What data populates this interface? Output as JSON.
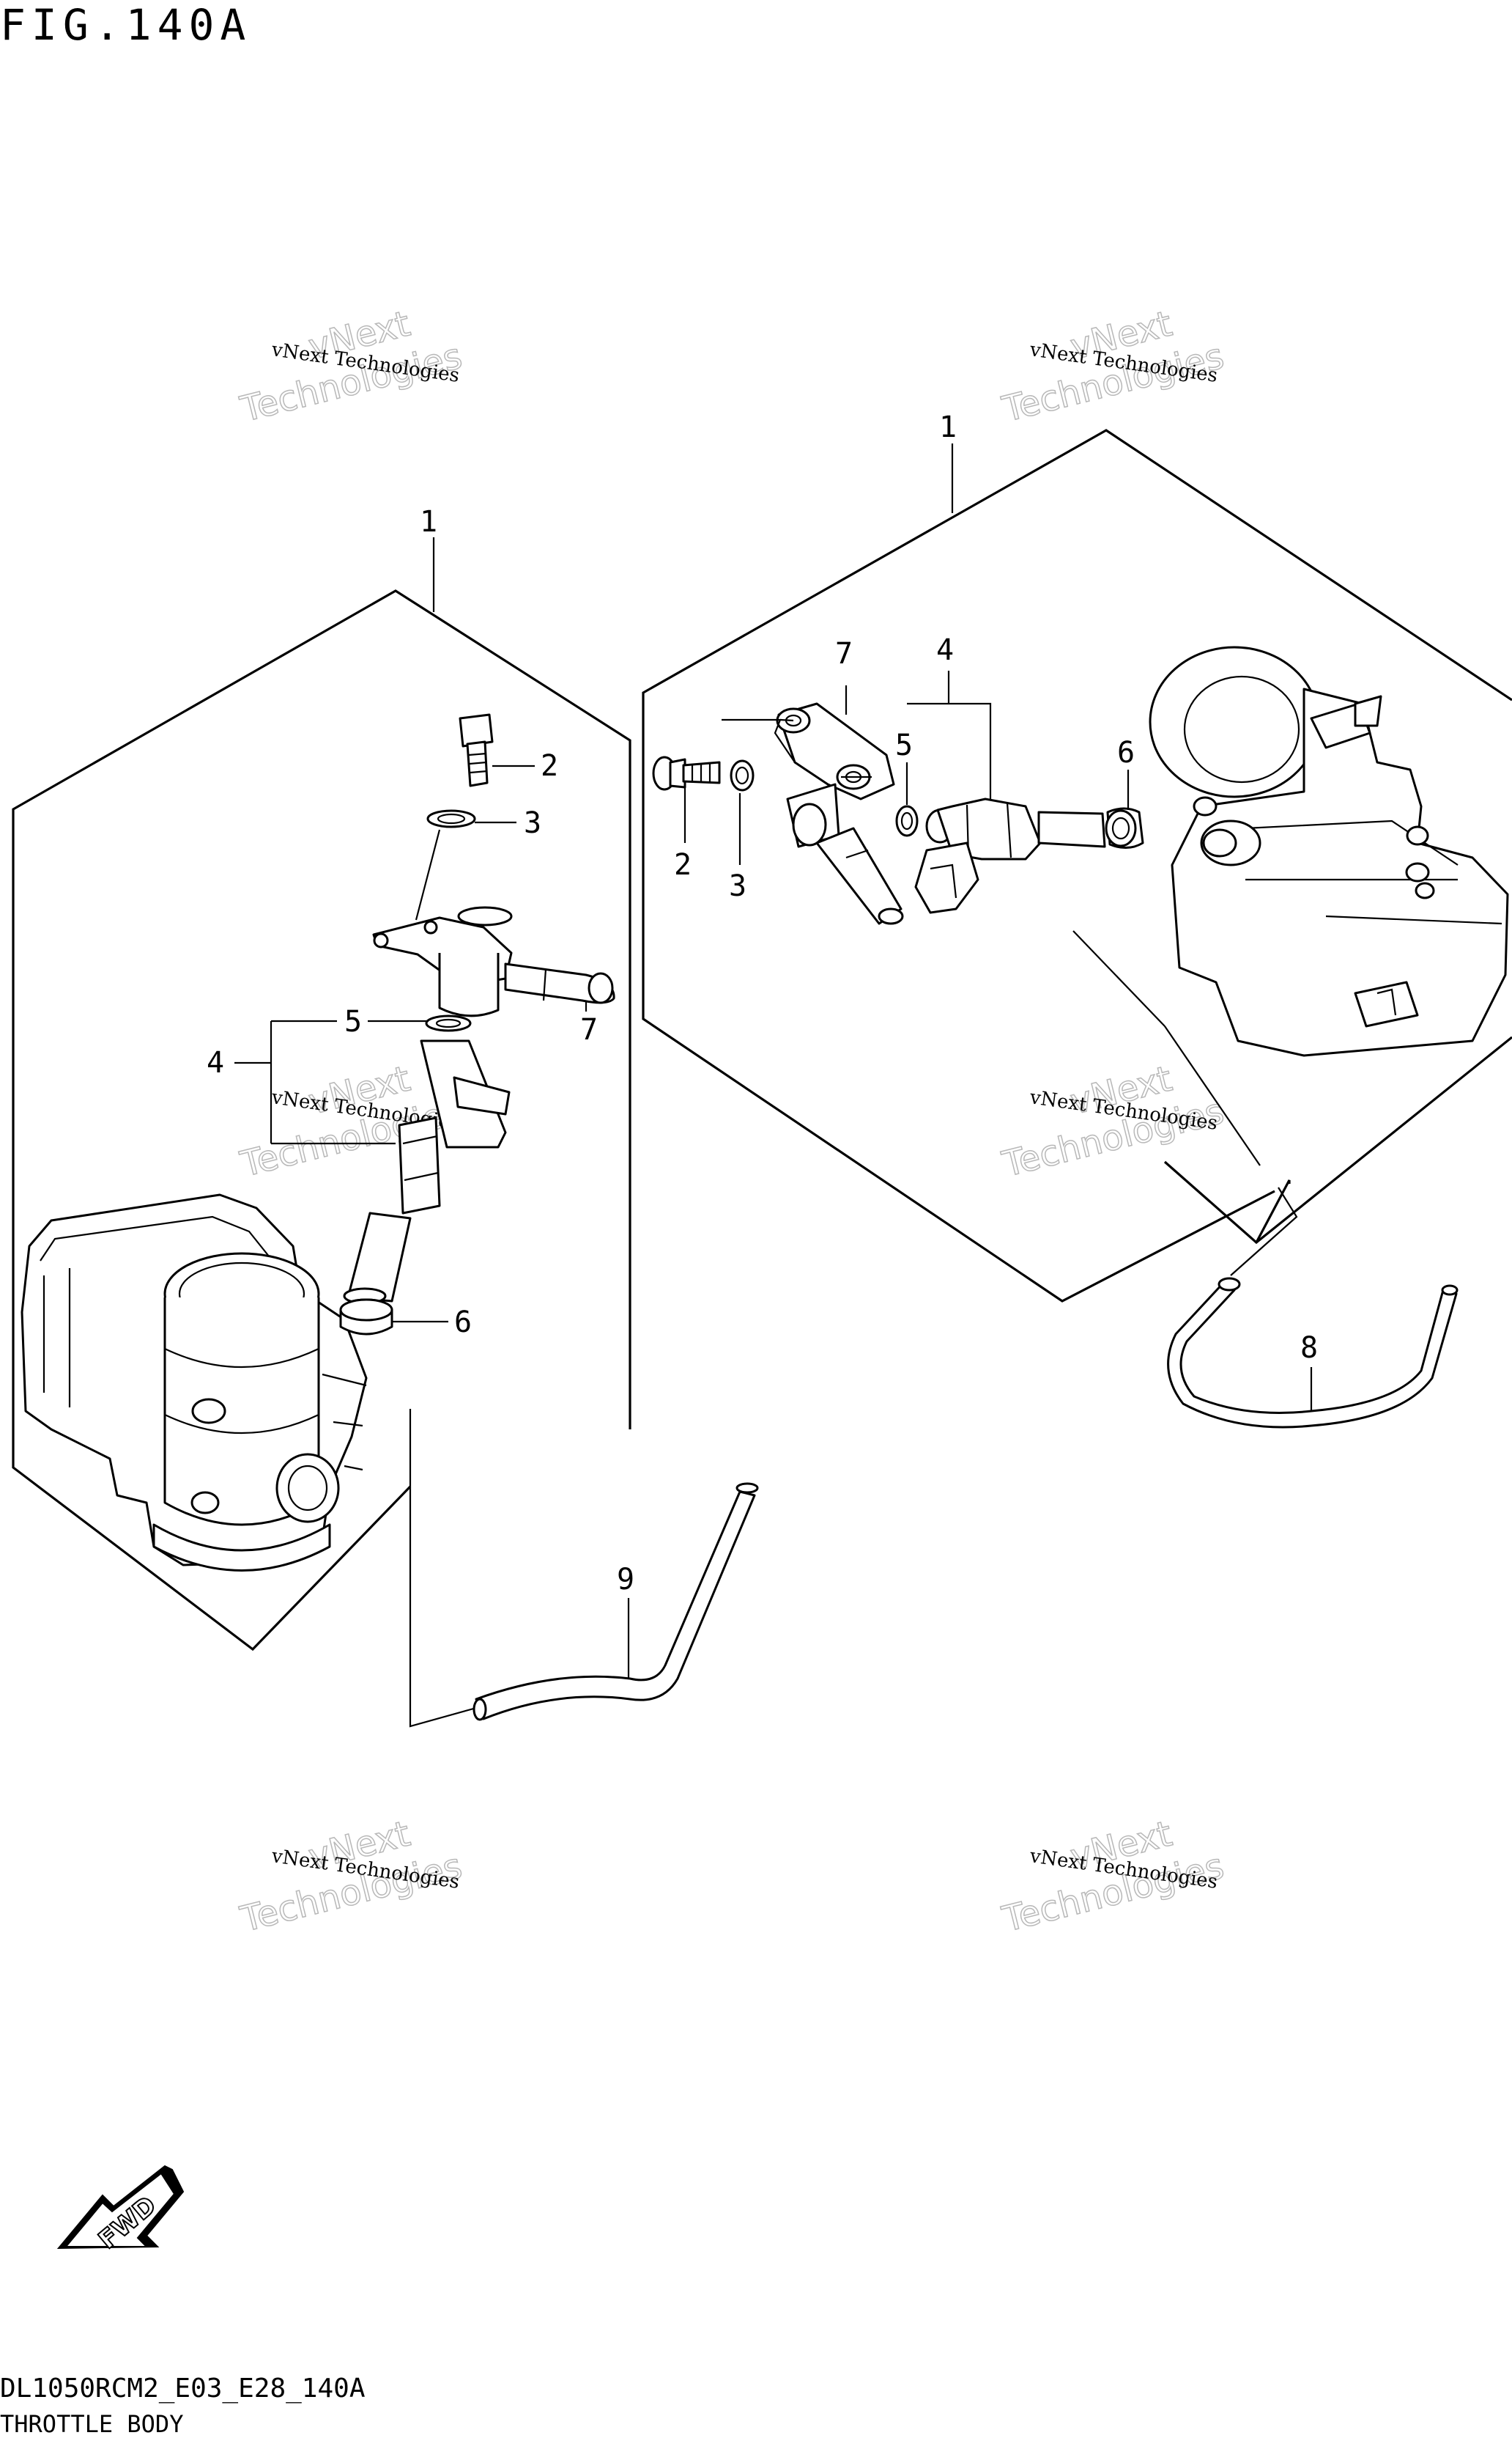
{
  "header": {
    "figure_label": "FIG.140A"
  },
  "footer": {
    "model_code": "DL1050RCM2_E03_E28_140A",
    "caption": "THROTTLE BODY"
  },
  "watermark": {
    "line1": "vNext",
    "line2": "vNext Technologies",
    "line3": "Technologies"
  },
  "callouts": {
    "left_assembly": "1",
    "right_assembly": "1",
    "left_screw": "2",
    "left_washer": "3",
    "left_injector": "4",
    "left_oring": "5",
    "left_cushion": "6",
    "left_pipe": "7",
    "right_screw": "2",
    "right_washer": "3",
    "right_injector": "4",
    "right_oring": "5",
    "right_cushion": "6",
    "right_pipe": "7",
    "hose_right": "8",
    "hose_left": "9"
  },
  "fwd_badge": {
    "label": "FWD"
  }
}
